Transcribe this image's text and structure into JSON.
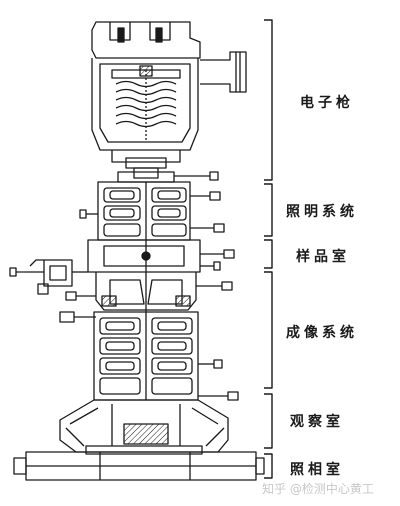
{
  "sections": {
    "electron_gun": "电子枪",
    "illumination_system": "照明系统",
    "sample_chamber": "样品室",
    "imaging_system": "成像系统",
    "observation_chamber": "观察室",
    "camera_chamber": "照相室"
  },
  "watermark": "知乎 @检测中心黄工",
  "colors": {
    "ink": "#1a1a1a",
    "background": "#ffffff",
    "watermark": "#c8c8c8"
  }
}
